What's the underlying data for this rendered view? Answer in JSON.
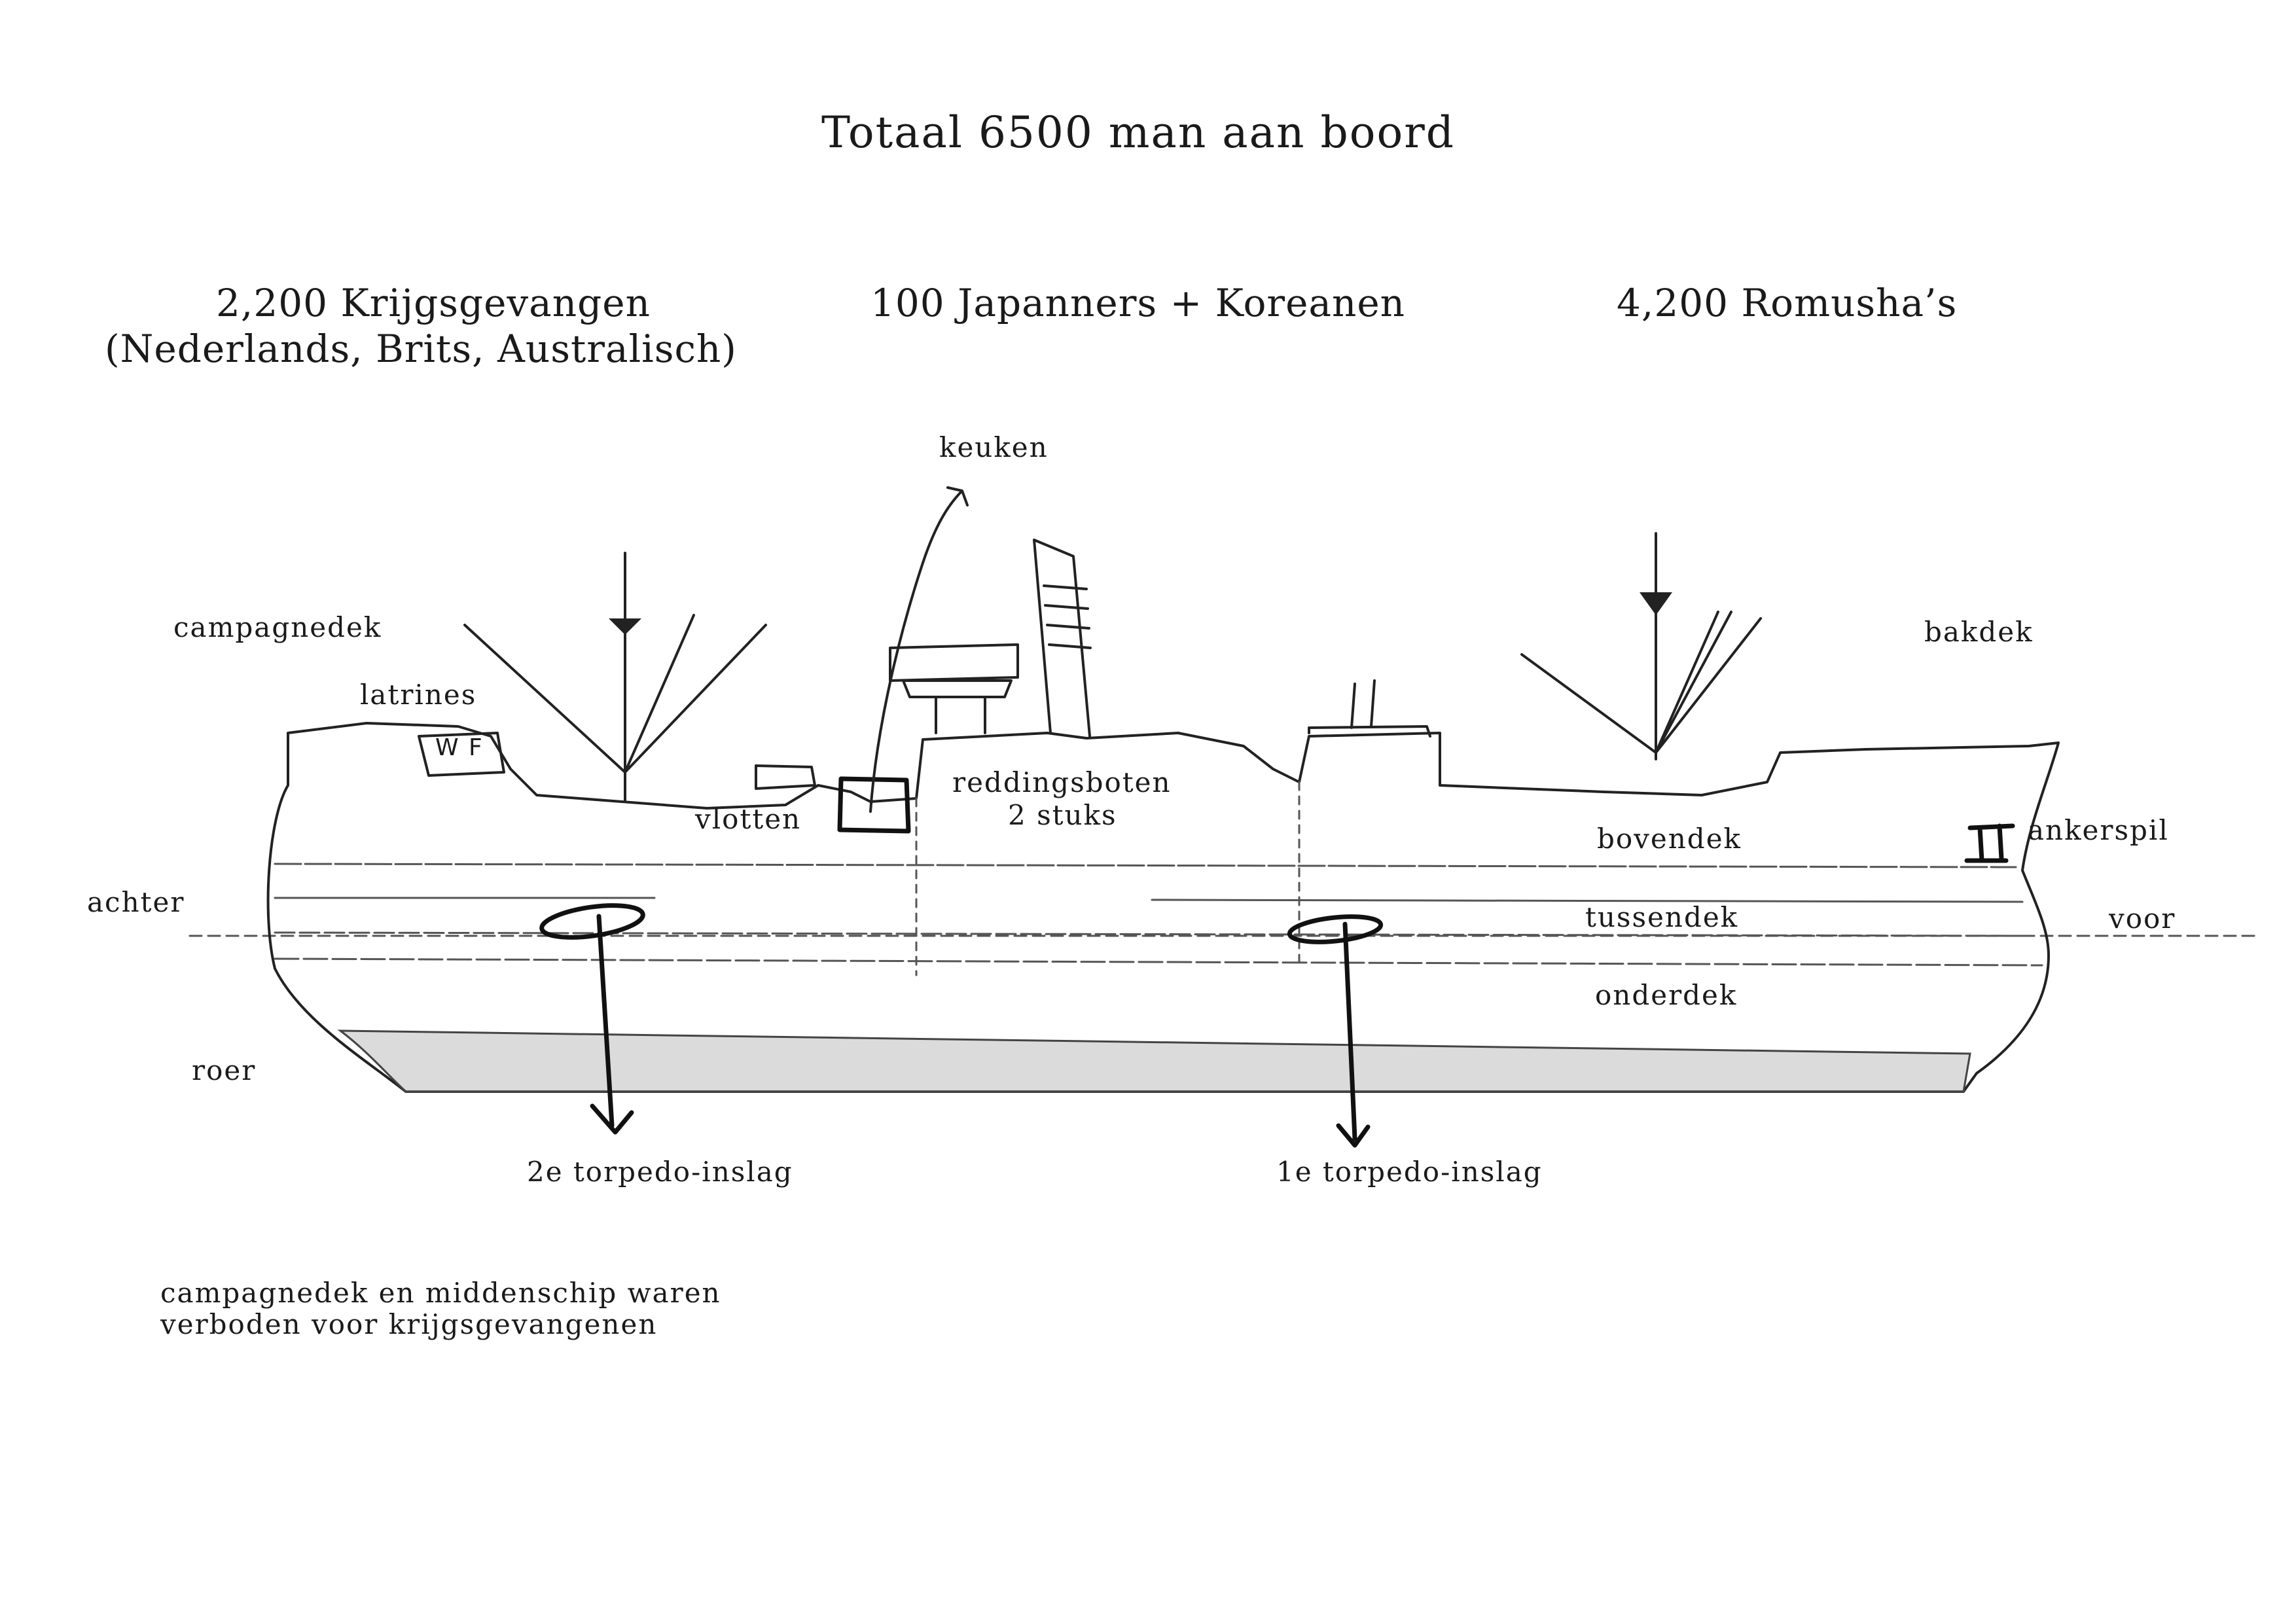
{
  "title": "Totaal 6500 man aan boord",
  "groups": {
    "pow_line1": "2,200 Krijgsgevangen",
    "pow_line2": "(Nederlands, Brits, Australisch)",
    "japanese": "100 Japanners + Koreanen",
    "romusha": "4,200 Romusha’s"
  },
  "labels": {
    "keuken": "keuken",
    "campagnedek": "campagnedek",
    "latrines": "latrines",
    "latrine_mark": "W F",
    "vlotten": "vlotten",
    "reddingsboten_1": "reddingsboten",
    "reddingsboten_2": "2 stuks",
    "bakdek": "bakdek",
    "bovendek": "bovendek",
    "ankerspil": "ankerspil",
    "achter": "achter",
    "tussendek": "tussendek",
    "voor": "voor",
    "onderdek": "onderdek",
    "roer": "roer",
    "torpedo_2": "2e torpedo-inslag",
    "torpedo_1": "1e torpedo-inslag"
  },
  "note": {
    "line1": "campagnedek en middenschip waren",
    "line2": "verboden voor krijgsgevangenen"
  }
}
